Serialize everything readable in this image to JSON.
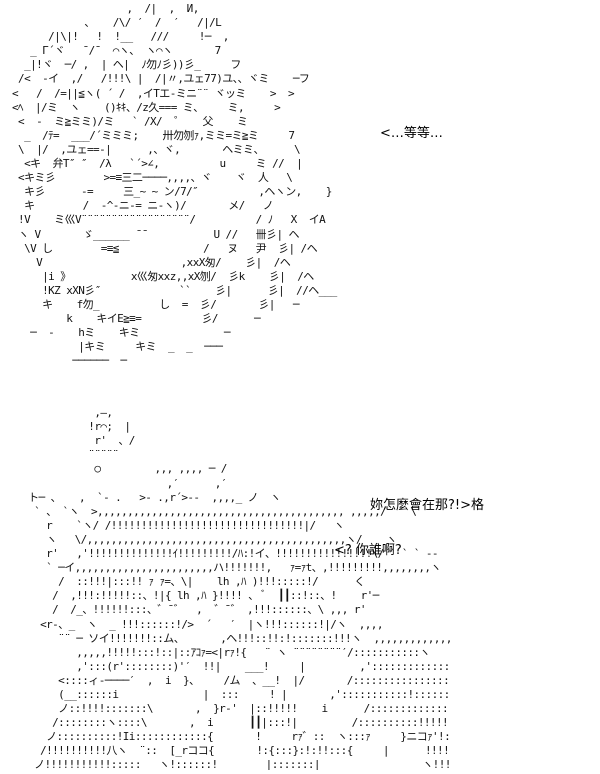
{
  "dialogues": [
    "<…等等…",
    "妳怎麼會在那?!>格",
    "<? 你誰啊?"
  ],
  "art_top": "                    ,  /|  ,  И,\n             、   /\\/ ′  /  ′   /|/L\n       /|\\|!   !  !__   ///     !─  ,\n    _ Γ´ヾ   ¯/¯  ⌒ヽ、 ヽ⌒ヽ       7\n   _|!ヾ  ─/ ,  | ヘ|  ﾉ勿ﾉ彡))彡_     フ\n  /<  -イ  ,/   /!!!\\ |  /|〃,ユェ77)ユ、、ヾミ    ─フ\n <   /  /=||≦ヽ( ´ /  ,イTエ-ミニ¨¨ ヾッミ    >  >\n <ﾍ  |/ミ  ヽ    ()ｷｷ、/z久=== ミ、    ミ,     >\n  <  -  ミ≧ミミ)/ミ   ` /X/  ゜   父    ミ\n   _  /ﾃ=  ___/´ミミミ;    卅勿刎ｧ,ミミ=ミ≧ミ     7\n  \\  |/  ,ユェ==-|      ,、ヾ,       ヘミミ、     \\\n   <キ  弁T″ ″  /λ   `´>∠,          u     ミ //  |\n  <キミ彡        >=≡三二────,,,,、ヾ    ヾ  人   \\\n   キ彡      -=     三_~ ~ ン/7/″          ,ヘヽン,    }\n   キ        /  -^-ニ-= ニ-ヽ)/       メ/   ノ\n  !V    ミ巛V¨¨¨¨¨¨¨¨¨¨¨¨¨¨¨¨¨¨/          / ﾉ   X  イA\n  ヽ V       ゞ______ ̄ ̄            U //   卌彡| ヘ\n   \\V し        =≡≦              /   ヌ   尹  彡| /ヘ\n     V                       ,xxX匆/    彡|  /ヘ\n      |i 》          x巛匆xxz,,xX刎/  彡k    彡|  /ヘ\n      !KZ xXN彡″             ``    彡|      彡|  //ヘ___\n      キ    f勿_          し  =  彡/       彡|   ─\n          k    キイE≧≡=          彡/      ─\n    ─  ‐    hミ    キミ              ─\n            |キミ     キミ  _  _  ───\n           ──────  ─",
  "art_bottom": "\n              ,―,\n             !r⌒;  |\n              r'  、/\n             ¨¨¨¨¨\n              ○         ,,, ,,,, ─ /\n                          ,′      ,′\n   ト─ 、   ,  `‐ .   >‐ .,r´>‐‐  ,,,,_ ノ  ヽ\n    ` 、 `ヽ  >,,,,,,,,,,,,,,,,,,,,,,,,,,,,,,,,,,,,,,,,, ,,,,,/    \\\n      r    `ヽ/ /!!!!!!!!!!!!!!!!!!!!!!!!!!!!!!!!|/   ヽ\n      ヽ   \\/,,,,,,,,,,,,,,,,,,,,,,,,,,,,,,,,,,,,,,,,,,,ヽ/  _ ヽ\n      r'   ,'!!!!!!!!!!!!!!ｲ!!!!!!!!!/ﾊ:!イ、!!!!!!!!!!!!!!!!\\/´` ` ` ‐‐\n      ` ─イ,,,,,,,,,,,,,,,,,,,,,,,ハ!!!!!!!,   ｧ=ｧt、,!!!!!!!!!,,,,,,,,ヽ    く\n        /  ::!!!|:::!! ｧ ｧ=、\\|    lh ,ﾊ )!!!:::::!/      く\n       /  ,!!!:!!!!!::、!|{ lh ,ﾊ }!!!! 、 ﾞ  ┃┃::!::、!    r'─\n       /  /_、!!!!!!:::、゛¯゛  ,  ゛¯゛ ,!!!::::::、\\ ,,, r'\n     <r-、_  ヽ  _ !!!::::::!/>  ´   ′  |ヽ!!!::::::!|/ヽ  ,,,,\n        ¨¨ ─ ソイ!!!!!!!::ム、      ,ヘ!!!::!!:!:::::::!!!ヽ  ,,,,,,,,,,,,,,,,,/)、\n           ,,,,,!!!!!:::!::|::ｱｺｧ=<|rｧ!{   ¨ ヽ ¨¨¨¨¨¨¨¨′/:::::::::::ヽ\n           ,':::(r'::::::::)'′  !!|    ___!     |         ,':::::::::::::::::ヽ\n        <::::ィ-────′  ,  i  }、    /ム  、__!  |/       /:::::::::::::::::::::::〉\n        (__::::::i              |  :::     ! |       ,':::::::::::!:::::::::::/\n        ノ::!!!!:::::::\\       ,  }r-'  |::!!!!!    i      /:::::::::::::!!!!!!::::::/\n       /::::::::ヽ::::\\       ,  i      ┃┃|:::!|         /::::::::::!!!!!!!!!!!/\n      ノ::::::::::!Ii::::::::::::{       !     rｧ゛::  ヽ:::ｧ     }ニコｧ'!:::::::::::::!!!!!!!!!/\n     /!!!!!!!!!!八ヽ  ¨::  [_rココ{       !:{:::}:!:!!:::{     |      !!!!!!!!!!!!!::::::::::::::::::::ヽ\n    ノ!!!!!!!!!!!:::::   ヽ!::::::!        |:::::::|                 ヽ!!!!!!!!!!!!!!!!!!!!!!!!!!!!!!!!人r‐、"
}
